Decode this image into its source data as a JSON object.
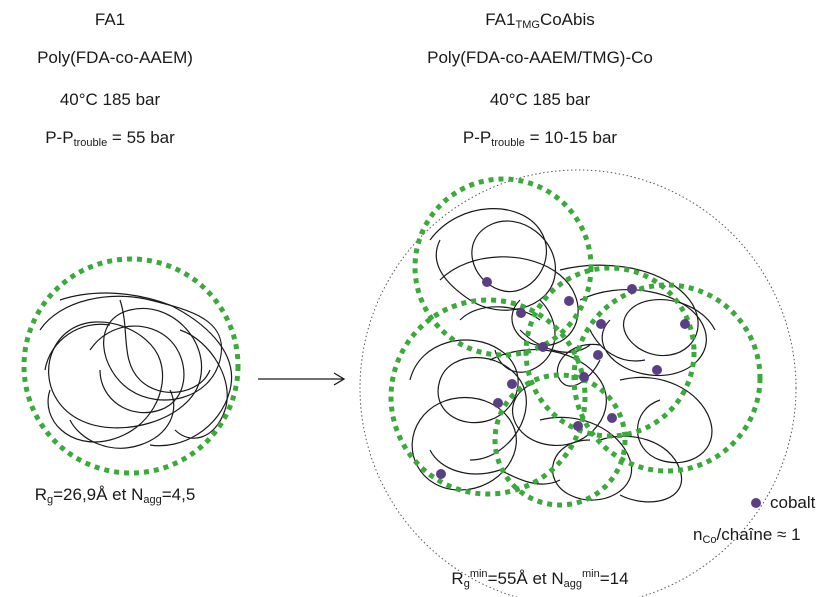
{
  "left": {
    "title": "FA1",
    "polymer": "Poly(FDA-co-AAEM)",
    "conditions": "40°C 185 bar",
    "pressure_prefix": "P-P",
    "pressure_sub": "trouble",
    "pressure_value": " = 55 bar",
    "radius_R": "R",
    "radius_sub": "g",
    "radius_text": "=26,9Å et N",
    "agg_sub": "agg",
    "agg_value": "=4,5"
  },
  "right": {
    "title_main": "FA1",
    "title_sub": "TMG",
    "title_end": "CoAbis",
    "polymer": "Poly(FDA-co-AAEM/TMG)-Co",
    "conditions": "40°C 185 bar",
    "pressure_prefix": "P-P",
    "pressure_sub": "trouble",
    "pressure_value": " = 10-15 bar",
    "radius_R": "R",
    "radius_sub": "g",
    "radius_sup": "min",
    "radius_text": "=55Å et N",
    "agg_sub": "agg",
    "agg_sup": "min",
    "agg_value": "=14"
  },
  "legend": {
    "dot_label": "cobalt",
    "ratio_n": "n",
    "ratio_sub": "Co",
    "ratio_text": "/chaîne ≈ 1"
  },
  "colors": {
    "dashed_circle": "#3aaa3a",
    "cobalt_dot": "#5b3f86",
    "chain": "#1a1a1a"
  }
}
